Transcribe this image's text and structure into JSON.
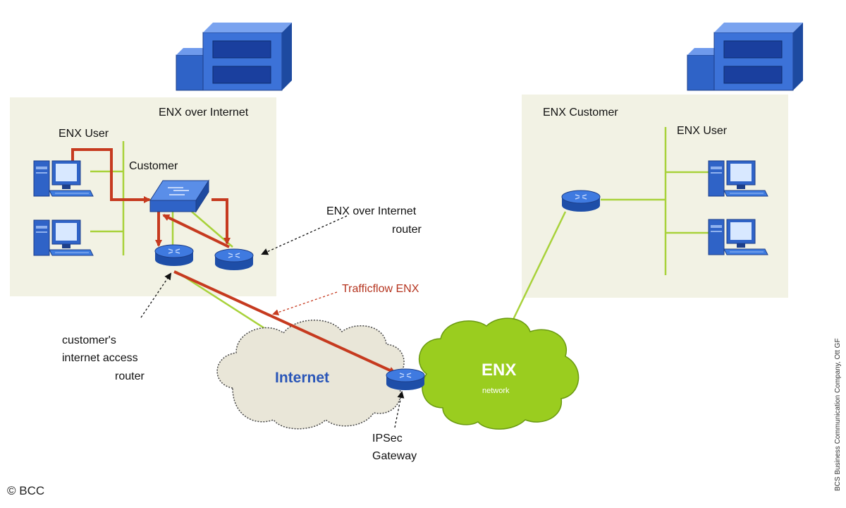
{
  "diagram": {
    "left_site": {
      "title": "ENX over Internet",
      "users_label": "ENX User",
      "switch_label": "Customer"
    },
    "right_site": {
      "title": "ENX  Customer",
      "users_label": "ENX User"
    },
    "annotations": {
      "enx_router": [
        "ENX over Internet",
        "router"
      ],
      "trafficflow": "Trafficflow ENX",
      "access_router": [
        "customer's",
        "internet access",
        "router"
      ],
      "gateway": [
        "IPSec",
        "Gateway"
      ]
    },
    "clouds": {
      "internet": "Internet",
      "enx_title": "ENX",
      "enx_sub": "network"
    },
    "colors": {
      "site_bg": "#f2f2e4",
      "building": "#2f63c7",
      "link_green": "#a8d23a",
      "traffic_red": "#c63a1f",
      "enx_cloud": "#9acd1f",
      "internet_cloud": "#e9e6d8"
    }
  },
  "footer": {
    "copyright": "© BCC",
    "side_credit": "BCS Business Communication Company, Ott GF"
  }
}
